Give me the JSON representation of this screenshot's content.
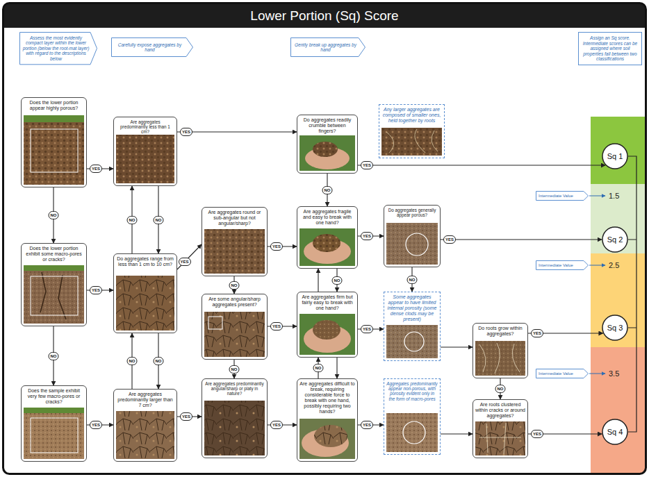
{
  "diagram": {
    "title": "Lower Portion (Sq) Score",
    "nodes": [
      {
        "text": [
          "Assess the most evidently compact layer within the lower portion (below the root-mat layer) with regard to the descriptions below"
        ]
      },
      {
        "text": [
          "Carefully expose aggregates by hand"
        ]
      },
      {
        "text": [
          "Gently break up aggregates by hand"
        ]
      },
      {
        "text": [
          "Assign an Sq score. Intermediate scores can be assigned where soil properties fall between two classifications"
        ]
      },
      {
        "text": [
          "Does the lower portion appear highly porous?"
        ]
      },
      {
        "text": [
          "Are aggregates predominantly less than 1 cm?"
        ]
      },
      {
        "text": [
          "Do aggregates readily crumble between fingers?"
        ]
      },
      {
        "text": [
          "Any larger aggregates are composed of smaller ones, held together by roots"
        ]
      },
      {
        "text": [
          "Sq 1"
        ]
      },
      {
        "text": [
          "Intermediate Value"
        ]
      },
      {
        "text": [
          "Are aggregates round or sub-angular but not angular/sharp?"
        ]
      },
      {
        "text": [
          "Are aggregates fragile and easy to break with one hand?"
        ]
      },
      {
        "text": [
          "Do aggregates generally appear porous?"
        ]
      },
      {
        "text": [
          "Sq 2"
        ]
      },
      {
        "text": [
          "Does the lower portion exhibit some macro-pores or cracks?"
        ]
      },
      {
        "text": [
          "Do aggregates range from less than 1 cm to 10 cm?"
        ]
      },
      {
        "text": [
          "Intermediate Value"
        ]
      },
      {
        "text": [
          "Are some angular/sharp aggregates present?"
        ]
      },
      {
        "text": [
          "Are aggregates firm but fairly easy to break with one hand?"
        ]
      },
      {
        "text": [
          "Some aggregates appear to have limited internal porosity (some dense clods may be present)"
        ]
      },
      {
        "text": [
          "Do roots grow within aggregates?"
        ]
      },
      {
        "text": [
          "Sq 3"
        ]
      },
      {
        "text": [
          "Intermediate Value"
        ]
      },
      {
        "text": [
          "Does the sample exhibit very few macro-pores or cracks?"
        ]
      },
      {
        "text": [
          "Are aggregates predominantly larger than 7 cm?"
        ]
      },
      {
        "text": [
          "Are aggregates predominantly angular/sharp or platy in nature?"
        ]
      },
      {
        "text": [
          "Are aggregates difficult to break, requiring considerable force to break with one hand, possibly requiring two hands?"
        ]
      },
      {
        "text": [
          "Aggregates predominantly appear non-porous, with porosity evident only in the form of macro-pores"
        ]
      },
      {
        "text": [
          "Are roots clustered within cracks or around aggregates?"
        ]
      },
      {
        "text": [
          "Sq 4"
        ]
      }
    ],
    "edges": [
      {
        "from": 4,
        "to": 5,
        "label": "YES",
        "arrow": "to"
      },
      {
        "from": 4,
        "to": 14,
        "label": "NO",
        "arrow": "to"
      },
      {
        "from": 14,
        "to": 15,
        "label": "YES",
        "arrow": "to"
      },
      {
        "from": 14,
        "to": 23,
        "label": "NO",
        "arrow": "to"
      },
      {
        "from": 23,
        "to": 24,
        "label": "YES",
        "arrow": "to"
      },
      {
        "from": 5,
        "to": 6,
        "label": "YES",
        "arrow": "to"
      },
      {
        "from": 5,
        "to": 15,
        "label": "NO",
        "arrow": "to"
      },
      {
        "from": 15,
        "to": 5,
        "label": "NO",
        "arrow": "to"
      },
      {
        "from": 15,
        "to": 10,
        "label": "YES",
        "arrow": "to"
      },
      {
        "from": 15,
        "to": 24,
        "label": "NO",
        "arrow": "to"
      },
      {
        "from": 24,
        "to": 15,
        "label": "NO",
        "arrow": "to"
      },
      {
        "from": 24,
        "to": 25,
        "label": "YES",
        "arrow": "to"
      },
      {
        "from": 10,
        "to": 11,
        "label": "YES",
        "arrow": "to"
      },
      {
        "from": 10,
        "to": 17,
        "label": "NO",
        "arrow": "to"
      },
      {
        "from": 17,
        "to": 18,
        "label": "YES",
        "arrow": "to"
      },
      {
        "from": 17,
        "to": 25,
        "label": "NO",
        "arrow": "to"
      },
      {
        "from": 25,
        "to": 26,
        "label": "YES",
        "arrow": "to"
      },
      {
        "from": 6,
        "to": 8,
        "label": "YES",
        "arrow": "to"
      },
      {
        "from": 6,
        "to": 11,
        "label": "NO",
        "arrow": "to"
      },
      {
        "from": 11,
        "to": 12,
        "label": "YES",
        "arrow": "to"
      },
      {
        "from": 11,
        "to": 18,
        "label": "NO",
        "arrow": "to"
      },
      {
        "from": 18,
        "to": 11,
        "arrow": "to"
      },
      {
        "from": 18,
        "to": 19,
        "label": "YES",
        "arrow": "to"
      },
      {
        "from": 18,
        "to": 26,
        "arrow": "to"
      },
      {
        "from": 26,
        "to": 18,
        "label": "NO",
        "arrow": "to"
      },
      {
        "from": 12,
        "to": 13,
        "label": "YES",
        "arrow": "to"
      },
      {
        "from": 12,
        "to": 19,
        "label": "NO",
        "arrow": "to"
      },
      {
        "from": 19,
        "to": 20,
        "arrow": "to"
      },
      {
        "from": 20,
        "to": 21,
        "label": "YES",
        "arrow": "to"
      },
      {
        "from": 20,
        "to": 28,
        "label": "NO",
        "arrow": "to"
      },
      {
        "from": 26,
        "to": 27,
        "label": "YES",
        "arrow": "to"
      },
      {
        "from": 27,
        "to": 28,
        "arrow": "to"
      },
      {
        "from": 28,
        "to": 29,
        "label": "YES",
        "arrow": "to"
      }
    ],
    "labels": [
      "1.5",
      "2.5",
      "3.5"
    ]
  }
}
